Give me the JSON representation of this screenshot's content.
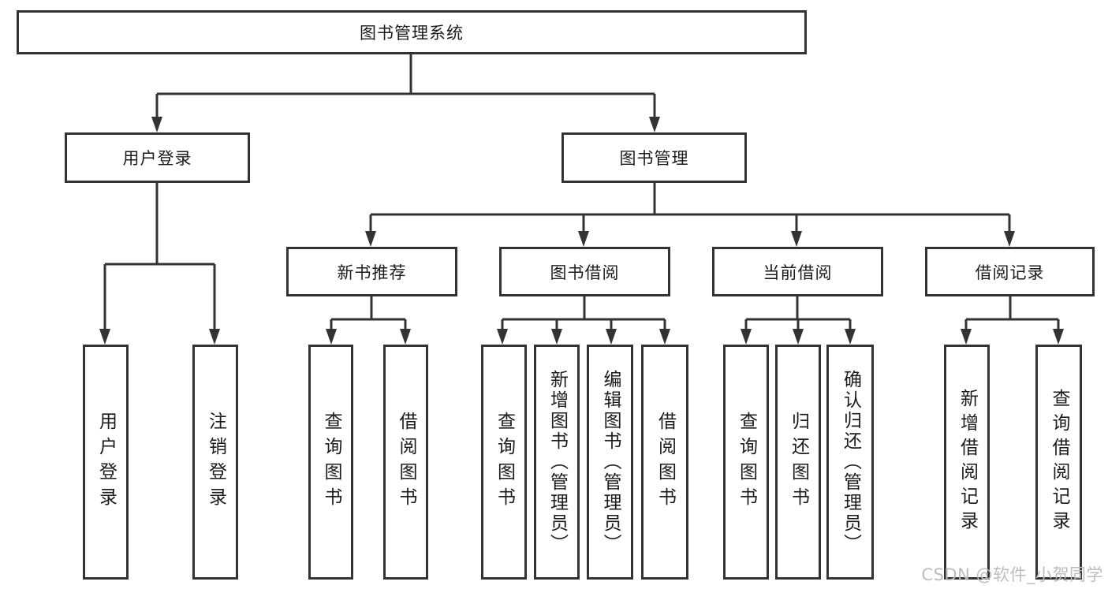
{
  "colors": {
    "line": "#333333",
    "text": "#1b1b1b",
    "watermark": "#bdbdbd",
    "background": "#ffffff"
  },
  "watermark": "CSDN @软件_小贺同学",
  "tree": {
    "root": {
      "title": "图书管理系统"
    },
    "branches": [
      {
        "title": "用户登录",
        "children": [
          {
            "title": "用户登录"
          },
          {
            "title": "注销登录"
          }
        ]
      },
      {
        "title": "图书管理",
        "children": [
          {
            "title": "新书推荐",
            "children": [
              {
                "title": "查询图书"
              },
              {
                "title": "借阅图书"
              }
            ]
          },
          {
            "title": "图书借阅",
            "children": [
              {
                "title": "查询图书"
              },
              {
                "title": "新增图书（管理员）"
              },
              {
                "title": "编辑图书（管理员）"
              },
              {
                "title": "借阅图书"
              }
            ]
          },
          {
            "title": "当前借阅",
            "children": [
              {
                "title": "查询图书"
              },
              {
                "title": "归还图书"
              },
              {
                "title": "确认归还（管理员）"
              }
            ]
          },
          {
            "title": "借阅记录",
            "children": [
              {
                "title": "新增借阅记录"
              },
              {
                "title": "查询借阅记录"
              }
            ]
          }
        ]
      }
    ]
  }
}
